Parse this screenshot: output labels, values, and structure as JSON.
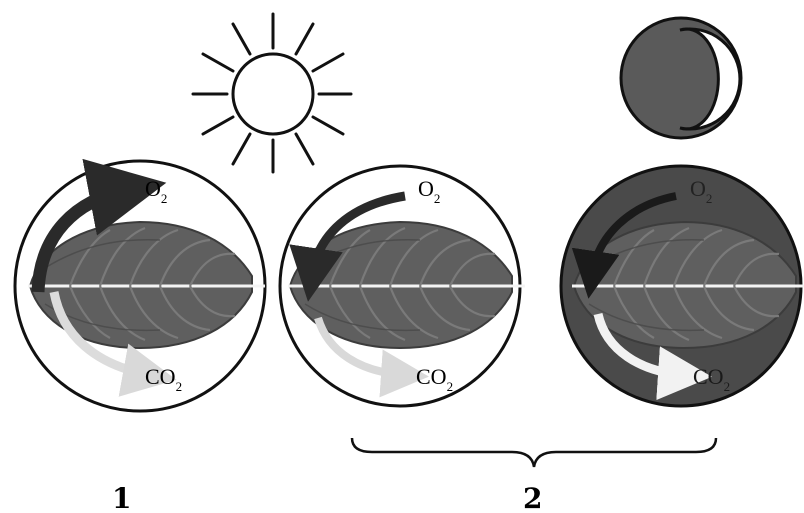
{
  "colors": {
    "background": "#ffffff",
    "outline": "#111111",
    "leaf": "#5f5f5f",
    "leaf_dark": "#3f3f3f",
    "night_disc": "#4a4a4a",
    "moon_fill": "#5a5a5a",
    "arrow_dark": "#2a2a2a",
    "arrow_light": "#d9d9d9"
  },
  "icons": {
    "sun": "sun-icon",
    "moon": "moon-icon",
    "leaf": "leaf-icon",
    "brace": "curly-brace"
  },
  "panels": [
    {
      "background": "day",
      "o2_label": "O",
      "o2_sub": "2",
      "co2_label": "CO",
      "co2_sub": "2"
    },
    {
      "background": "day",
      "o2_label": "O",
      "o2_sub": "2",
      "co2_label": "CO",
      "co2_sub": "2"
    },
    {
      "background": "night",
      "o2_label": "O",
      "o2_sub": "2",
      "co2_label": "CO",
      "co2_sub": "2"
    }
  ],
  "labels": {
    "group_1": "1",
    "group_2": "2"
  }
}
